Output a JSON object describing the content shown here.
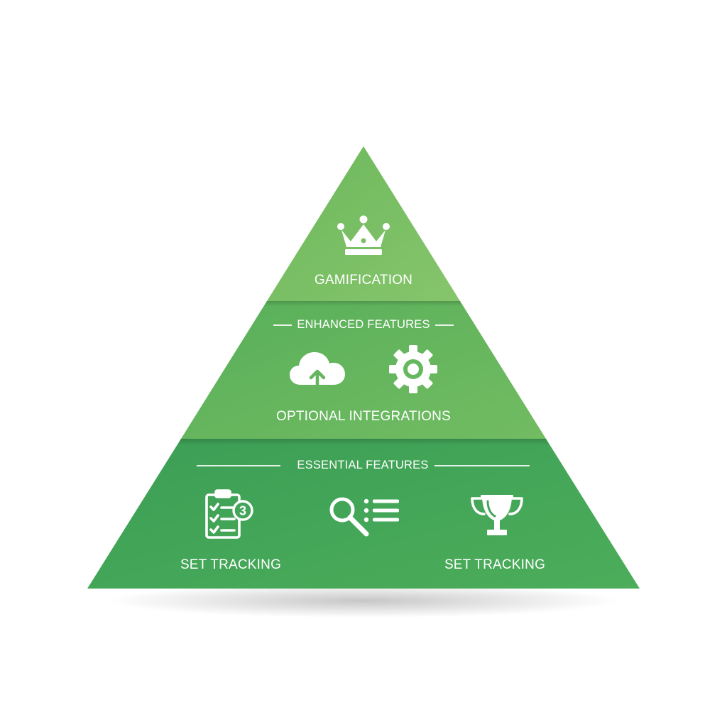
{
  "colors": {
    "tier_top": "#7ec065",
    "tier_middle": "#66b85f",
    "tier_bottom": "#43a55a",
    "text": "#ffffff",
    "background": "#ffffff"
  },
  "tiers": {
    "top": {
      "icon": "crown-icon",
      "label": "GAMIFICATION"
    },
    "middle": {
      "section_title": "ENHANCED FEATURES",
      "icons": [
        "cloud-upload-icon",
        "gear-icon"
      ],
      "label": "OPTIONAL INTEGRATIONS"
    },
    "bottom": {
      "section_title": "ESSENTIAL FEATURES",
      "items": [
        {
          "icon": "checklist-icon",
          "badge": "3",
          "label": "SET TRACKING"
        },
        {
          "icon": "search-list-icon",
          "label": ""
        },
        {
          "icon": "trophy-icon",
          "label": "SET TRACKING"
        }
      ]
    }
  }
}
